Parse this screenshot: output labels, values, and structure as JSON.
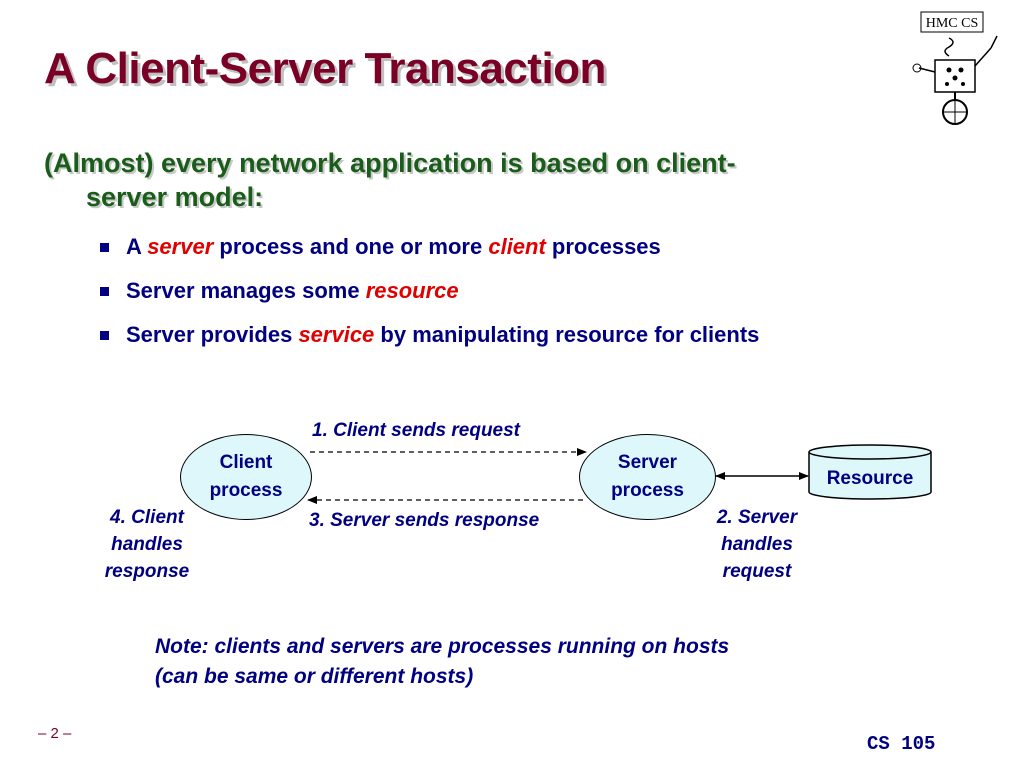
{
  "slide": {
    "title": "A Client-Server Transaction",
    "heading_line1": "(Almost) every network application is based on client-",
    "heading_line2": "server model:",
    "bullets": [
      {
        "pre": "A ",
        "em": "server",
        "post": " process and one or more ",
        "em2": "client",
        "post2": " processes"
      },
      {
        "pre": "Server manages some ",
        "em": "resource",
        "post": ""
      },
      {
        "pre": "Server provides ",
        "em": "service",
        "post": " by manipulating resource for clients"
      }
    ],
    "logo_text": "HMC CS"
  },
  "diagram": {
    "client_line1": "Client",
    "client_line2": "process",
    "server_line1": "Server",
    "server_line2": "process",
    "resource": "Resource",
    "step1": "1. Client sends request",
    "step2_line1": "2. Server",
    "step2_line2": "handles",
    "step2_line3": "request",
    "step3": "3. Server sends response",
    "step4_line1": "4. Client",
    "step4_line2": "handles",
    "step4_line3": "response"
  },
  "note": {
    "line1": "Note: clients and servers are processes running on hosts",
    "line2": "(can be same or different hosts)"
  },
  "footer": {
    "page": "– 2 –",
    "course": "CS 105"
  },
  "colors": {
    "title": "#7a0026",
    "heading": "#1a5c1a",
    "body": "#000080",
    "emphasis": "#e00000",
    "node_fill": "#ddf7fb"
  }
}
